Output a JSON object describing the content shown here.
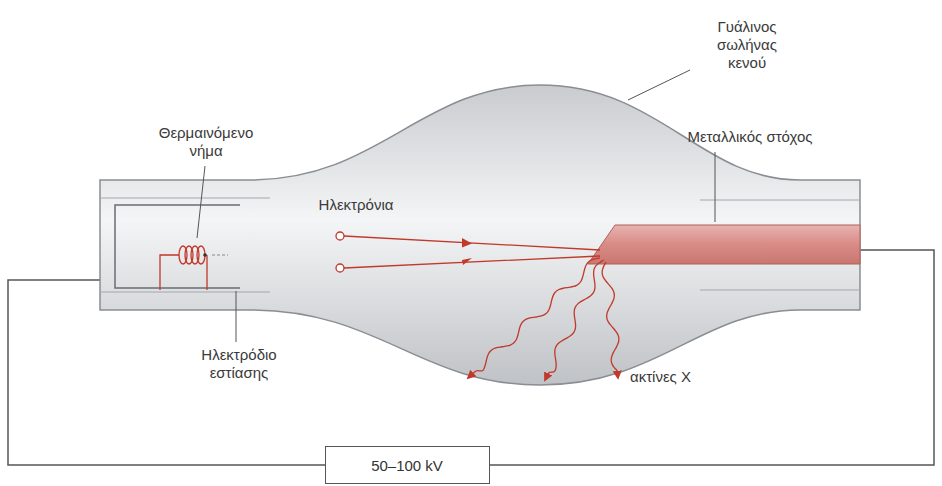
{
  "diagram": {
    "nodes": [
      {
        "text": [
          "50–100 kV"
        ]
      }
    ],
    "labels": [
      "Θερμαινόμενο νήμα",
      "Γυάλινος σωλήνας κενού",
      "Μεταλλικός στόχος",
      "Ηλεκτρόνια",
      "Ηλεκτρόδιο εστίασης",
      "ακτίνες Χ"
    ]
  }
}
